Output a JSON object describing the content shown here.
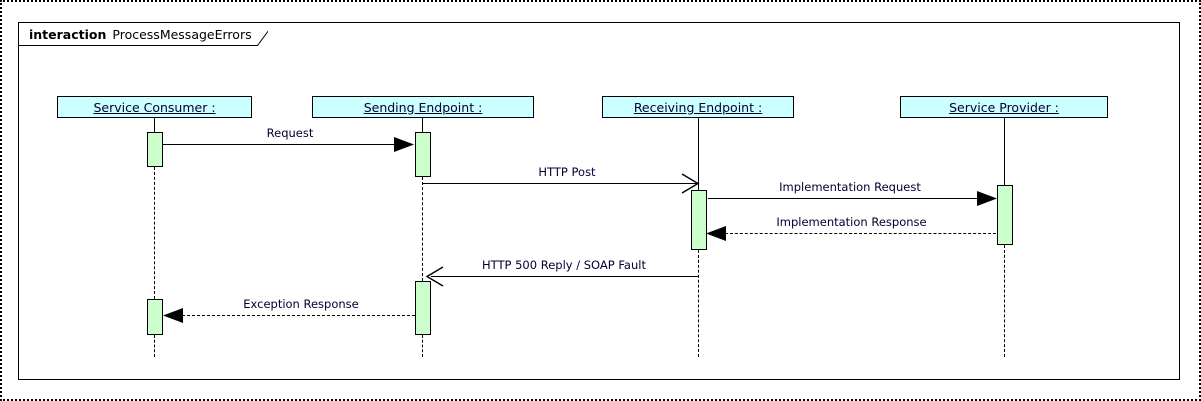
{
  "diagram": {
    "type": "uml-sequence-diagram",
    "frame": {
      "keyword": "interaction",
      "name": "ProcessMessageErrors"
    },
    "colors": {
      "lifeline_header_fill": "#ccffff",
      "activation_fill": "#ccffcc",
      "stroke": "#000000",
      "text": "#000033"
    },
    "lifelines": [
      {
        "id": "service-consumer",
        "label": "Service Consumer :"
      },
      {
        "id": "sending-endpoint",
        "label": "Sending Endpoint :"
      },
      {
        "id": "receiving-endpoint",
        "label": "Receiving Endpoint :"
      },
      {
        "id": "service-provider",
        "label": "Service Provider :"
      }
    ],
    "messages": [
      {
        "id": "request",
        "label": "Request",
        "from": "service-consumer",
        "to": "sending-endpoint",
        "style": "solid",
        "arrowhead": "filled",
        "direction": "right"
      },
      {
        "id": "http-post",
        "label": "HTTP Post",
        "from": "sending-endpoint",
        "to": "receiving-endpoint",
        "style": "solid",
        "arrowhead": "open",
        "direction": "right"
      },
      {
        "id": "implementation-request",
        "label": "Implementation Request",
        "from": "receiving-endpoint",
        "to": "service-provider",
        "style": "solid",
        "arrowhead": "filled",
        "direction": "right"
      },
      {
        "id": "implementation-response",
        "label": "Implementation Response",
        "from": "service-provider",
        "to": "receiving-endpoint",
        "style": "dashed",
        "arrowhead": "filled",
        "direction": "left"
      },
      {
        "id": "http-500-reply",
        "label": "HTTP 500 Reply / SOAP Fault",
        "from": "receiving-endpoint",
        "to": "sending-endpoint",
        "style": "solid",
        "arrowhead": "open",
        "direction": "left"
      },
      {
        "id": "exception-response",
        "label": "Exception Response",
        "from": "sending-endpoint",
        "to": "service-consumer",
        "style": "dashed",
        "arrowhead": "filled",
        "direction": "left"
      }
    ]
  }
}
